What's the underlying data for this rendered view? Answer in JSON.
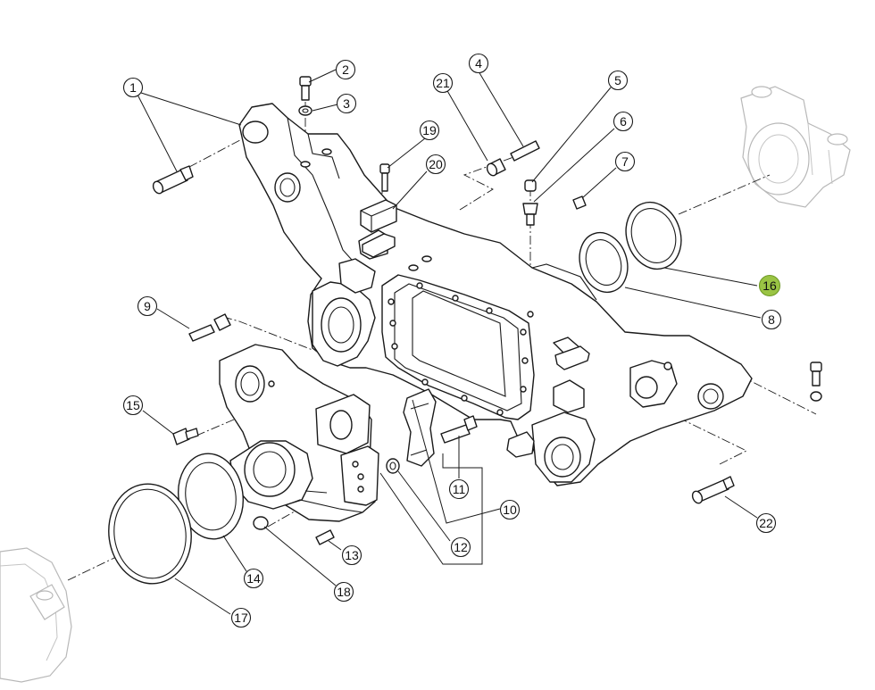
{
  "colors": {
    "line": "#1a1a1a",
    "ghost": "#b8b8b8",
    "highlight": "#9ac444",
    "background": "#ffffff"
  },
  "callouts": [
    {
      "id": "c1",
      "label": "1"
    },
    {
      "id": "c2",
      "label": "2"
    },
    {
      "id": "c3",
      "label": "3"
    },
    {
      "id": "c4",
      "label": "4"
    },
    {
      "id": "c5",
      "label": "5"
    },
    {
      "id": "c6",
      "label": "6"
    },
    {
      "id": "c7",
      "label": "7"
    },
    {
      "id": "c8",
      "label": "8"
    },
    {
      "id": "c9",
      "label": "9"
    },
    {
      "id": "c10",
      "label": "10"
    },
    {
      "id": "c11",
      "label": "11"
    },
    {
      "id": "c12",
      "label": "12"
    },
    {
      "id": "c13",
      "label": "13"
    },
    {
      "id": "c14",
      "label": "14"
    },
    {
      "id": "c15",
      "label": "15"
    },
    {
      "id": "c16",
      "label": "16",
      "highlighted": true
    },
    {
      "id": "c17",
      "label": "17"
    },
    {
      "id": "c18",
      "label": "18"
    },
    {
      "id": "c19",
      "label": "19"
    },
    {
      "id": "c20",
      "label": "20"
    },
    {
      "id": "c21",
      "label": "21"
    },
    {
      "id": "c22",
      "label": "22"
    }
  ]
}
